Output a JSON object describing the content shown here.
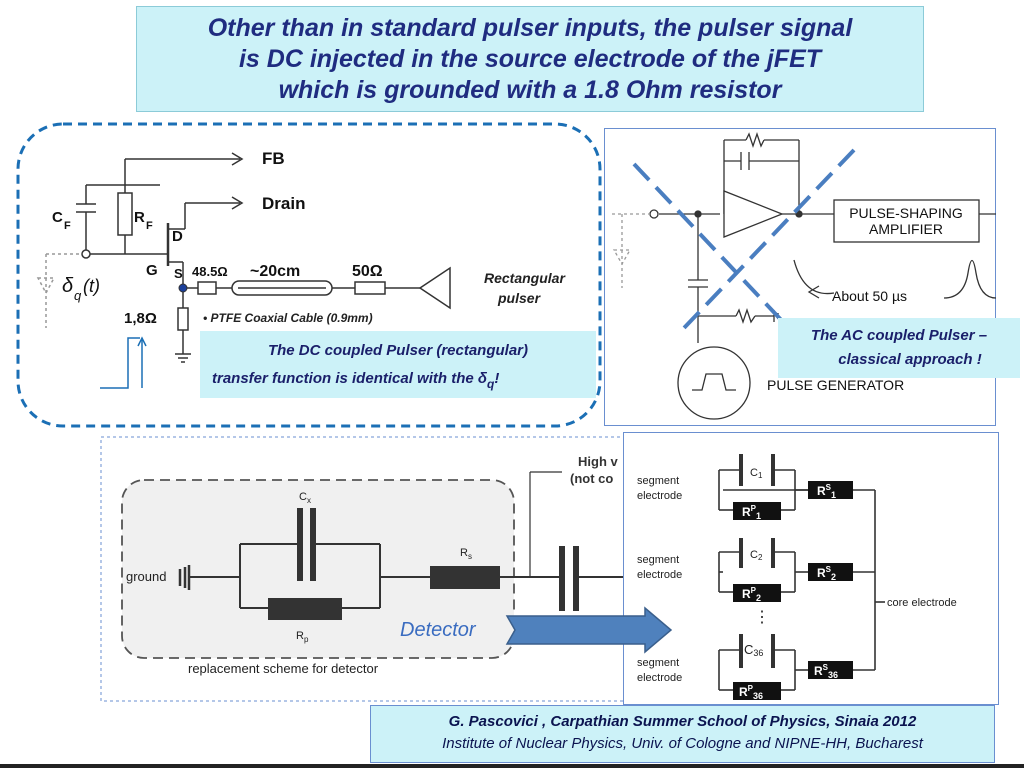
{
  "slide": {
    "title_lines": [
      "Other than in standard pulser inputs, the pulser signal",
      "is DC injected in the  source electrode of the jFET",
      "which  is grounded with a 1.8 Ohm resistor"
    ]
  },
  "dc_circuit": {
    "fb": "FB",
    "drain": "Drain",
    "cf_main": "C",
    "cf_sub": "F",
    "rf_main": "R",
    "rf_sub": "F",
    "d": "D",
    "g": "G",
    "s": "S",
    "delta_main": "δ",
    "delta_sub": "q",
    "delta_arg": "(t)",
    "r_48": "48.5Ω",
    "cable_len": "~20cm",
    "r_50": "50Ω",
    "rect_pulse_line1": "Rectangular",
    "rect_pulse_line2": "pulser",
    "r_18": "1,8Ω",
    "ptfe": "• PTFE Coaxial Cable (0.9mm)",
    "caption_line1": "The DC coupled Pulser (rectangular)",
    "caption_line2_a": "transfer function is identical with the δ",
    "caption_line2_sub": "q",
    "caption_line2_b": "!"
  },
  "ac_circuit": {
    "pulse_shaping_line1": "PULSE-SHAPING",
    "pulse_shaping_line2": "AMPLIFIER",
    "about": "About 50 µs",
    "pulse_gen": "PULSE GENERATOR",
    "caption_line1": "The AC coupled Pulser –",
    "caption_line2": "classical approach !"
  },
  "detector_scheme": {
    "ground": "ground",
    "cx": "C",
    "cx_sub": "x",
    "rp": "R",
    "rp_sub": "p",
    "rs": "R",
    "rs_sub": "s",
    "detector": "Detector",
    "replacement": "replacement scheme for detector",
    "high_v_line1": "High v",
    "high_v_line2": "(not co"
  },
  "segment_scheme": {
    "segment": "segment",
    "electrode": "electrode",
    "c1": "C",
    "c1_sub": "1",
    "c2": "C",
    "c2_sub": "2",
    "c36": "C",
    "c36_sub": "36",
    "rp_sup": "P",
    "rs_sup": "S",
    "r_base": "R",
    "sub1": "1",
    "sub2": "2",
    "sub36": "36",
    "dots": "⋮",
    "core": "core electrode"
  },
  "footer": {
    "line1": "G. Pascovici , Carpathian Summer School of Physics, Sinaia  2012",
    "line2": "Institute of Nuclear Physics, Univ. of Cologne and NIPNE-HH, Bucharest"
  },
  "colors": {
    "title_bg": "#ccf2f8",
    "title_text": "#1f2c80",
    "dash_blue": "#1b6fb5",
    "cross_blue": "#4a7ec0",
    "arrow_blue": "#4f81bd"
  }
}
